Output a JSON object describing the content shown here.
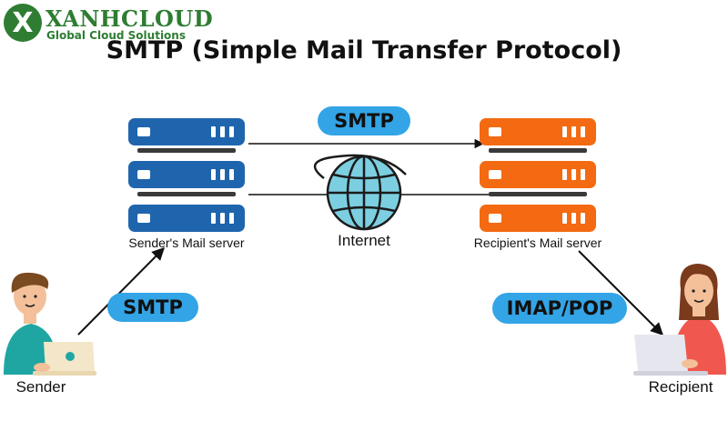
{
  "logo": {
    "mark": "X",
    "name": "XANHCLOUD",
    "tagline": "Global Cloud Solutions"
  },
  "title": "SMTP (Simple Mail Transfer Protocol)",
  "labels": {
    "smtp_top": "SMTP",
    "smtp_left": "SMTP",
    "imap_pop": "IMAP/POP",
    "sender_server": "Sender's Mail server",
    "recipient_server": "Recipient's Mail server",
    "internet": "Internet",
    "sender": "Sender",
    "recipient": "Recipient"
  },
  "colors": {
    "sender_server": "#1f65ad",
    "recipient_server": "#f36a12",
    "pill": "#33a4e6",
    "globe": "#7ccfe0",
    "brand": "#2e7d32"
  },
  "icons": {
    "sender_server": "server-stack-icon",
    "recipient_server": "server-stack-icon",
    "internet": "globe-icon",
    "sender": "person-laptop-icon",
    "recipient": "person-laptop-icon"
  }
}
